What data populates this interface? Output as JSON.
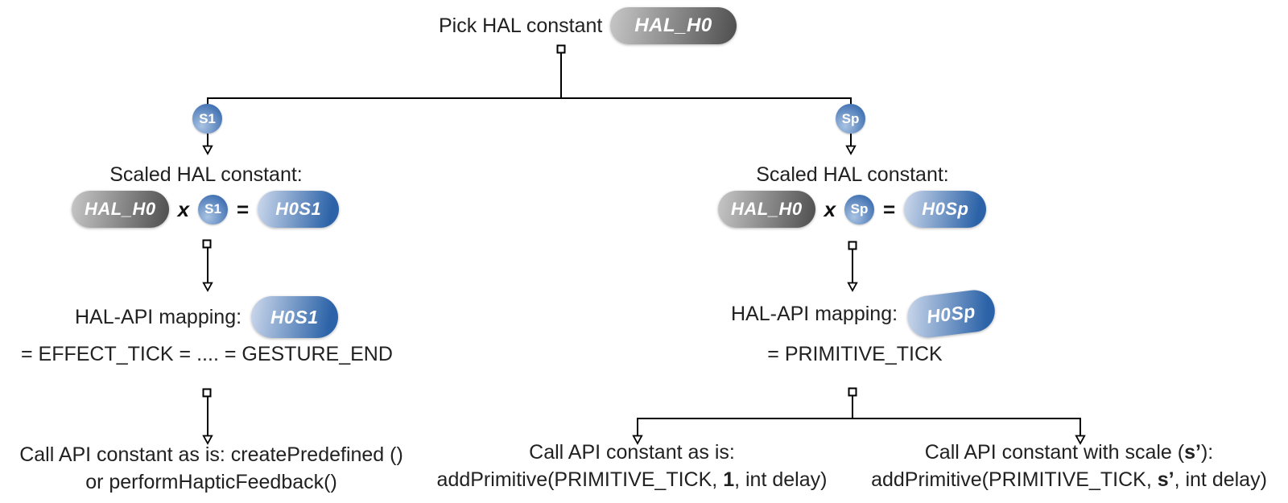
{
  "colors": {
    "pill_gray_light": "#c7c7c7",
    "pill_gray_dark": "#4e4e4e",
    "pill_blue_light": "#cdd9ec",
    "pill_blue_dark": "#2c63a8",
    "badge_blue_light": "#a9c3e2",
    "badge_blue_dark": "#3e6fb1",
    "connector": "#000000",
    "text": "#212121"
  },
  "top": {
    "label": "Pick HAL constant",
    "constant": "HAL_H0"
  },
  "left": {
    "badge": "S1",
    "scaled_heading": "Scaled HAL constant:",
    "formula": {
      "hal_constant": "HAL_H0",
      "operator_times": "x",
      "scale_badge": "S1",
      "operator_equals": "=",
      "result": "H0S1"
    },
    "mapping_label": "HAL-API mapping:",
    "mapping_constant": "H0S1",
    "mapping_equation": "= EFFECT_TICK = .... = GESTURE_END",
    "call": {
      "line1": "Call API constant as is: createPredefined ()",
      "line2": "or performHapticFeedback()"
    }
  },
  "right": {
    "badge": "Sp",
    "scaled_heading": "Scaled HAL constant:",
    "formula": {
      "hal_constant": "HAL_H0",
      "operator_times": "x",
      "scale_badge": "Sp",
      "operator_equals": "=",
      "result": "H0Sp"
    },
    "mapping_label": "HAL-API mapping:",
    "mapping_constant": "H0Sp",
    "mapping_equation": "= PRIMITIVE_TICK",
    "call_as_is": {
      "line1": "Call API constant as is:",
      "line2_pre": "addPrimitive(PRIMITIVE_TICK, ",
      "line2_bold": "1",
      "line2_post": ", int delay)"
    },
    "call_with_scale": {
      "line1_pre": "Call API constant with scale (",
      "line1_bold": "s’",
      "line1_post": "):",
      "line2_pre": "addPrimitive(PRIMITIVE_TICK, ",
      "line2_bold": "s’",
      "line2_post": ", int delay)"
    }
  }
}
